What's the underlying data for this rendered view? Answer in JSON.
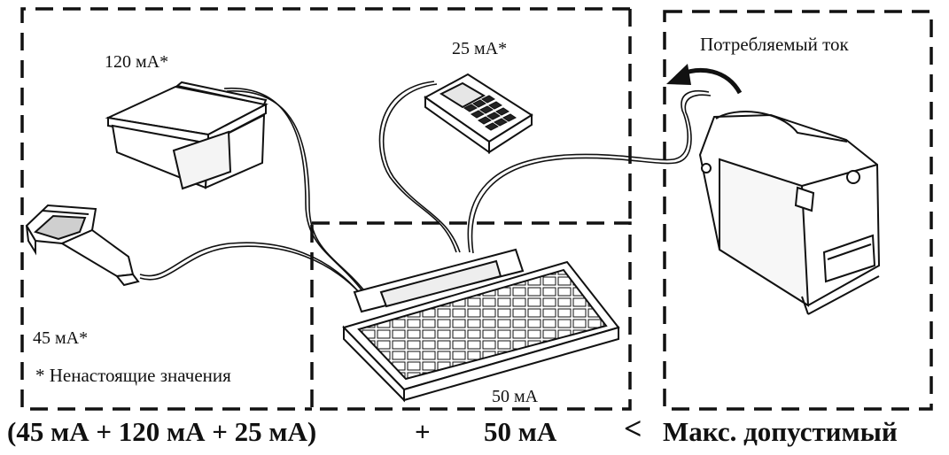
{
  "labels": {
    "scale_current": "120 мА*",
    "calculator_current": "25 мА*",
    "scanner_current": "45 мА*",
    "keyboard_current": "50 мА",
    "footnote": "* Ненастоящие значения",
    "printer_current": "Потребляемый ток"
  },
  "formula": {
    "group": "(45 мА + 120 мА + 25 мА)",
    "plus": "+",
    "keyboard": "50 мА",
    "less_than": "<",
    "limit": "Макс. допустимый"
  },
  "colors": {
    "line": "#111111",
    "background": "#ffffff"
  }
}
